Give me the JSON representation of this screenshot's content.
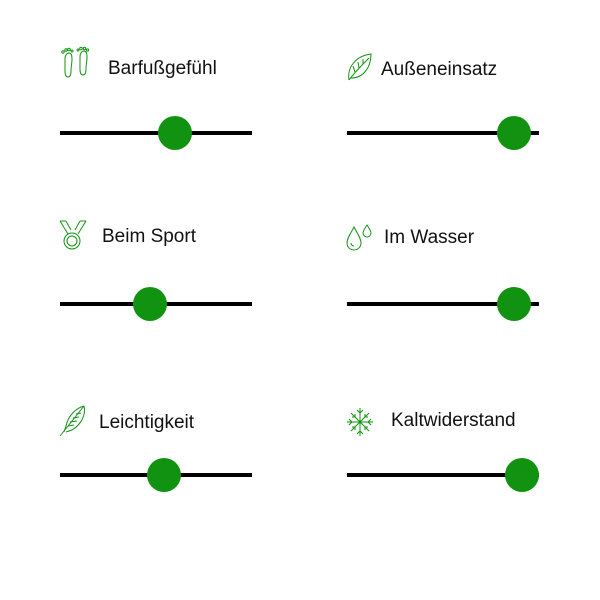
{
  "colors": {
    "accent": "#119311",
    "track": "#000000",
    "icon": "#119311"
  },
  "ratings": [
    {
      "label": "Barfußgefühl",
      "icon": "footprints-icon",
      "value": 0.6
    },
    {
      "label": "Außeneinsatz",
      "icon": "leaf-icon",
      "value": 0.87
    },
    {
      "label": "Beim Sport",
      "icon": "medal-icon",
      "value": 0.47
    },
    {
      "label": "Im Wasser",
      "icon": "water-drops-icon",
      "value": 0.87
    },
    {
      "label": "Leichtigkeit",
      "icon": "feather-icon",
      "value": 0.54
    },
    {
      "label": "Kaltwiderstand",
      "icon": "snowflake-icon",
      "value": 0.91
    }
  ]
}
